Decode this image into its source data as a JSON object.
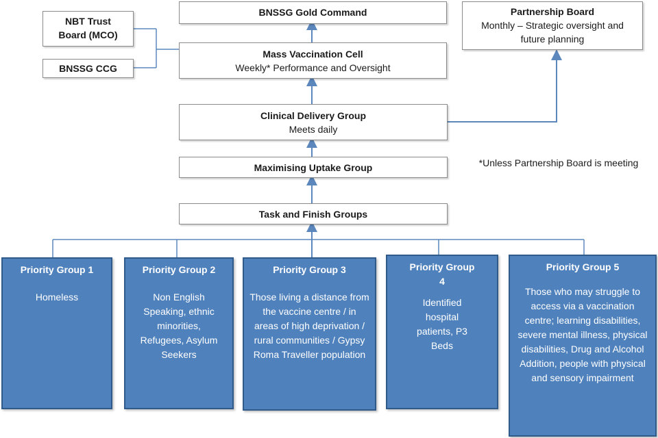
{
  "colors": {
    "priority_fill": "#4f81bd",
    "priority_border": "#2f5a8a",
    "connector": "#5b87bd"
  },
  "nodes": {
    "gold_command": {
      "title": "BNSSG Gold Command"
    },
    "nbt_trust": {
      "title": "NBT Trust Board (MCO)"
    },
    "bnssg_ccg": {
      "title": "BNSSG CCG"
    },
    "partnership_board": {
      "title": "Partnership Board",
      "subtitle": "Monthly – Strategic oversight and future planning"
    },
    "mass_vaccination": {
      "title": "Mass Vaccination Cell",
      "subtitle": "Weekly* Performance and Oversight"
    },
    "clinical_delivery": {
      "title": "Clinical Delivery Group",
      "subtitle": "Meets daily"
    },
    "maximising_uptake": {
      "title": "Maximising Uptake Group"
    },
    "task_finish": {
      "title": "Task and Finish Groups"
    }
  },
  "note": "*Unless Partnership Board is meeting",
  "priority_groups": [
    {
      "title": "Priority Group 1",
      "body": "Homeless"
    },
    {
      "title": "Priority Group 2",
      "body": "Non English Speaking, ethnic minorities, Refugees, Asylum Seekers"
    },
    {
      "title": "Priority Group 3",
      "body": "Those living a distance from the vaccine centre / in areas of high deprivation / rural communities / Gypsy Roma Traveller population"
    },
    {
      "title": "Priority Group 4",
      "body": "Identified hospital patients, P3 Beds"
    },
    {
      "title": "Priority Group 5",
      "body": "Those who may struggle to access via a vaccination centre; learning disabilities, severe mental illness, physical disabilities, Drug and Alcohol Addition, people with physical and sensory impairment"
    }
  ]
}
